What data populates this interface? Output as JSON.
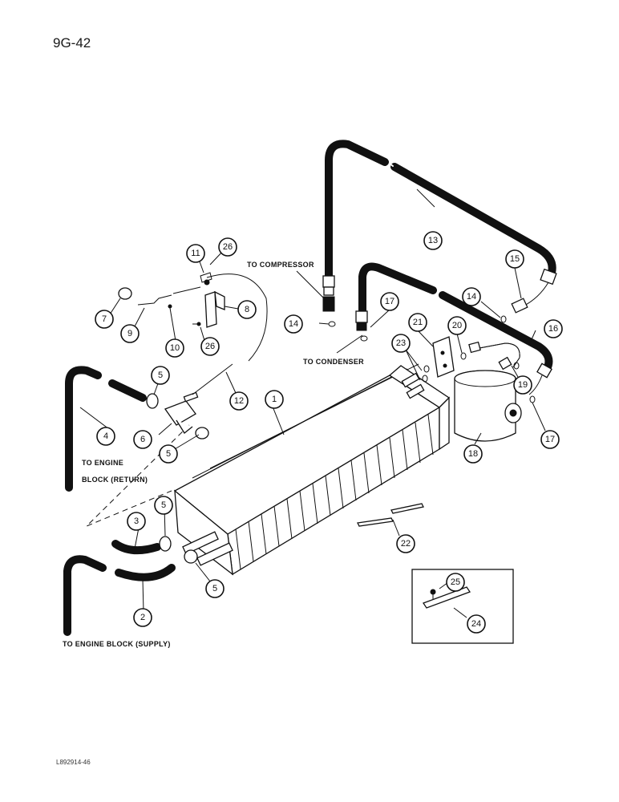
{
  "page": {
    "page_label": "9G-42",
    "figure_code": "L892914-46"
  },
  "labels": {
    "to_compressor": "TO COMPRESSOR",
    "to_condenser": "TO CONDENSER",
    "to_engine_block": "TO ENGINE",
    "block_return": "BLOCK (RETURN)",
    "to_engine_block_supply": "TO ENGINE BLOCK (SUPPLY)"
  },
  "callouts": {
    "c1": "1",
    "c2": "2",
    "c3": "3",
    "c4": "4",
    "c5a": "5",
    "c5b": "5",
    "c5c": "5",
    "c5d": "5",
    "c6": "6",
    "c7": "7",
    "c8": "8",
    "c9": "9",
    "c10": "10",
    "c11": "11",
    "c12": "12",
    "c13": "13",
    "c14a": "14",
    "c14b": "14",
    "c15": "15",
    "c16": "16",
    "c17a": "17",
    "c17b": "17",
    "c18": "18",
    "c19": "19",
    "c20": "20",
    "c21": "21",
    "c22": "22",
    "c23": "23",
    "c24": "24",
    "c25": "25",
    "c26a": "26",
    "c26b": "26"
  }
}
